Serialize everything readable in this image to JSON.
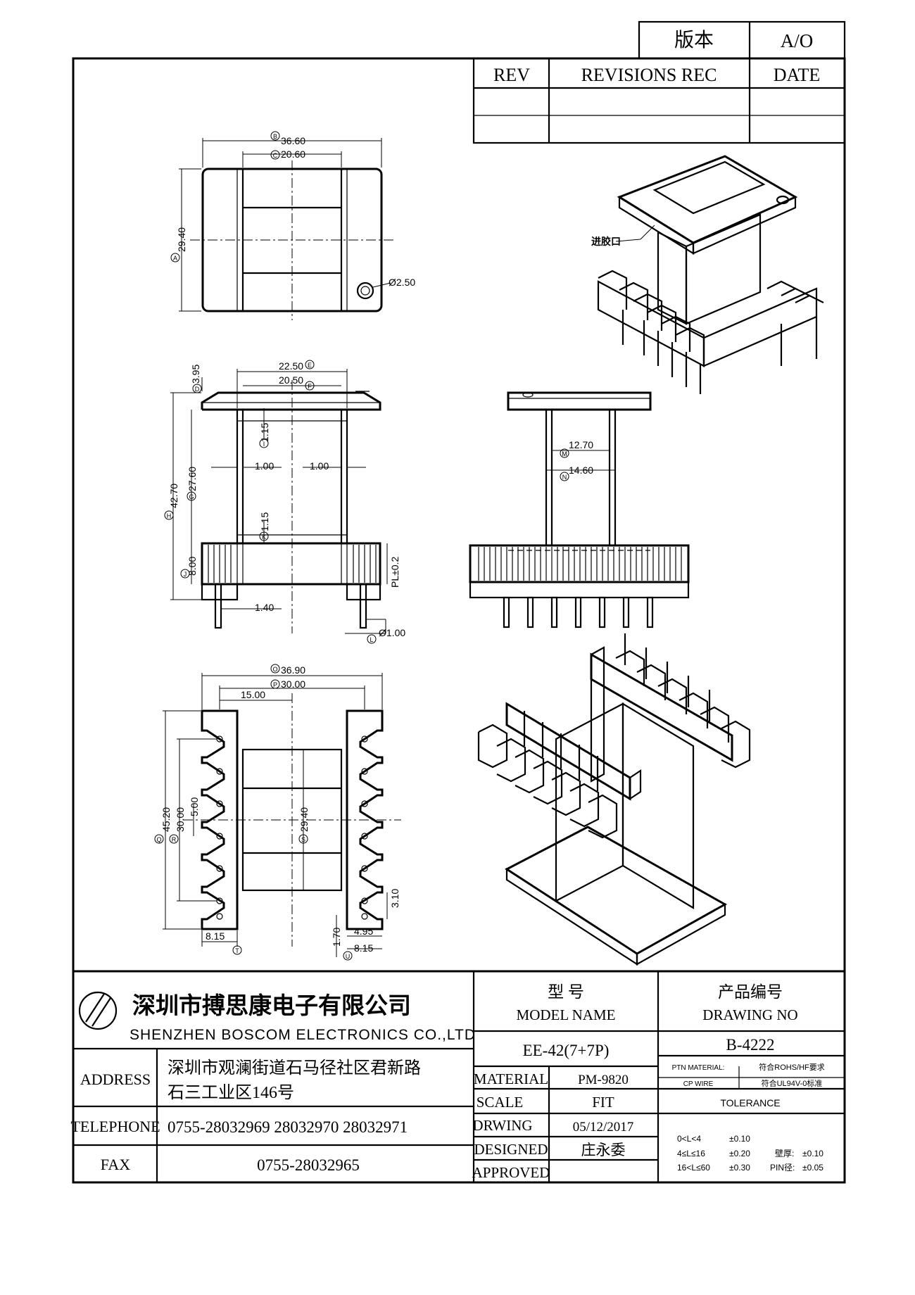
{
  "version_box": {
    "label": "版本",
    "value": "A/O"
  },
  "revisions": {
    "rev": "REV",
    "rec": "REVISIONS REC",
    "date": "DATE"
  },
  "notes": {
    "gate": "进胶口",
    "top_view": {
      "a": "A",
      "a_val": "29.40",
      "b": "B",
      "b_val": "36.60",
      "c": "C",
      "c_val": "20.60",
      "hole": "Ø2.50"
    },
    "front_view": {
      "d": "D",
      "d_val": "3.95",
      "e": "E",
      "e_val": "22.50",
      "f": "F",
      "f_val": "20.50",
      "g": "G",
      "g_val": "27.60",
      "h": "H",
      "h_val": "42.70",
      "i": "I",
      "i_val": "1.15",
      "j": "J",
      "j_val": "8.00",
      "k": "K",
      "k_val": "1.15",
      "wall_l": "1.00",
      "wall_r": "1.00",
      "pin_off": "1.40",
      "pl": "PL±0.2",
      "l": "L",
      "l_val": "Ø1.00"
    },
    "side_view": {
      "m": "M",
      "m_val": "12.70",
      "n": "N",
      "n_val": "14.60"
    },
    "bottom_view": {
      "o": "O",
      "o_val": "36.90",
      "p": "P",
      "p_val": "30.00",
      "half": "15.00",
      "q": "Q",
      "q_val": "45.20",
      "r": "R",
      "r_val": "30.00",
      "pitch": "5.00",
      "s": "S",
      "s_val": "29.40",
      "slot": "3.10",
      "t": "T",
      "t_val": "8.15",
      "u": "U",
      "u_val": "8.15",
      "gap": "1.70",
      "w495": "4.95"
    }
  },
  "company": {
    "name_cn": "深圳市搏思康电子有限公司",
    "name_en": "SHENZHEN BOSCOM ELECTRONICS CO.,LTD",
    "address_label": "ADDRESS",
    "address_line1": "深圳市观澜街道石马径社区君新路",
    "address_line2": "石三工业区146号",
    "telephone_label": "TELEPHONE",
    "telephone": "0755-28032969 28032970 28032971",
    "fax_label": "FAX",
    "fax": "0755-28032965"
  },
  "title_block": {
    "model_cn": "型    号",
    "model_en": "MODEL NAME",
    "model_value": "EE-42(7+7P)",
    "drawing_cn": "产品编号",
    "drawing_en": "DRAWING NO",
    "drawing_value": "B-4222",
    "material_label": "MATERIAL",
    "material_value": "PM-9820",
    "scale_label": "SCALE",
    "scale_value": "FIT",
    "drwing_label": "DRWING",
    "drwing_value": "05/12/2017",
    "designed_label": "DESIGNED",
    "designed_value": "庄永委",
    "approved_label": "APPROVED",
    "approved_value": "",
    "ptn_label": "PTN MATERIAL:",
    "ptn_value": "符合ROHS/HF要求",
    "cp_label": "CP WIRE",
    "cp_value": "符合UL94V-0标准",
    "tolerance_label": "TOLERANCE",
    "tol_r1": "0<L<4",
    "tol_v1": "±0.10",
    "tol_r2": "4≤L≤16",
    "tol_v2": "±0.20",
    "tol_r3": "16<L≤60",
    "tol_v3": "±0.30",
    "wall_label": "壁厚:",
    "wall_value": "±0.10",
    "pin_label": "PIN径:",
    "pin_value": "±0.05"
  }
}
